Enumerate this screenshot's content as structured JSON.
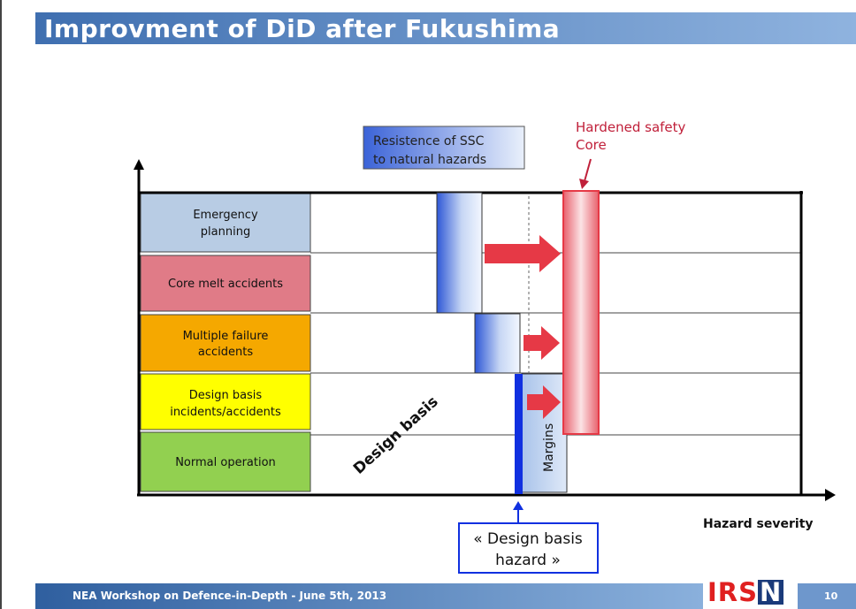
{
  "title": "Improvment  of DiD after Fukushima",
  "footer": {
    "text": "NEA Workshop on Defence-in-Depth - June 5th, 2013",
    "page": "10"
  },
  "logo": {
    "text_main": "IRS",
    "text_box": "N"
  },
  "colors": {
    "emergency": "#b8cce4",
    "core_melt": "#e07b87",
    "multiple": "#f5a800",
    "design_basis": "#ffff00",
    "normal": "#92d050",
    "arrow": "#e63946",
    "hardened_border": "#e63946",
    "design_basis_line": "#1030e0"
  },
  "levels": [
    {
      "lines": [
        "Emergency",
        "planning"
      ]
    },
    {
      "lines": [
        "Core melt accidents"
      ]
    },
    {
      "lines": [
        "Multiple failure",
        "accidents"
      ]
    },
    {
      "lines": [
        "Design basis",
        "incidents/accidents"
      ]
    },
    {
      "lines": [
        "Normal operation"
      ]
    }
  ],
  "callouts": {
    "resistance": [
      "Resistence of SSC",
      "to natural hazards"
    ],
    "hardened": [
      "Hardened safety",
      "Core"
    ],
    "design_basis_hazard": [
      "« Design basis",
      "hazard »"
    ]
  },
  "axis": {
    "x_label": "Hazard severity"
  },
  "diagonal_label": "Design basis",
  "margins_label": "Margins"
}
